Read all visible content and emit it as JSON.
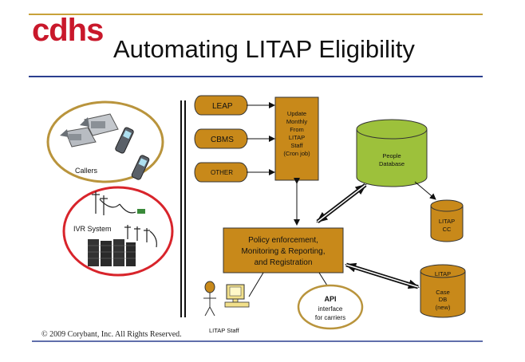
{
  "header": {
    "logo_text": "cdhs",
    "title": "Automating LITAP Eligibility"
  },
  "left": {
    "callers_label": "Callers",
    "ivr_label": "IVR System"
  },
  "sources": [
    {
      "label": "LEAP"
    },
    {
      "label": "CBMS"
    },
    {
      "label": "OTHER"
    }
  ],
  "update_box": {
    "lines": [
      "Update",
      "Monthly",
      "From",
      "LITAP",
      "Staff",
      "(Cron job)"
    ]
  },
  "people_db": {
    "lines": [
      "People",
      "Database"
    ]
  },
  "litap_cc": {
    "lines": [
      "LITAP",
      "CC"
    ]
  },
  "policy_box": {
    "lines": [
      "Policy enforcement,",
      "Monitoring & Reporting,",
      "and Registration"
    ]
  },
  "case_db": {
    "lines": [
      "LITAP",
      "Case",
      "DB",
      "(new)"
    ]
  },
  "api": {
    "lines": [
      "API",
      "interface",
      "for carriers"
    ]
  },
  "staff": {
    "label": "LITAP Staff"
  },
  "footer": {
    "copyright": "© 2009 Corybant, Inc.  All Rights Reserved."
  },
  "colors": {
    "brand_red": "#c9182b",
    "box_fill": "#c8891a",
    "db_green": "#9dc13b",
    "rule_gold": "#c8a23a",
    "rule_blue": "#2b3f8f",
    "ellipse_gold": "#b9943c",
    "ellipse_red": "#d8242b"
  }
}
